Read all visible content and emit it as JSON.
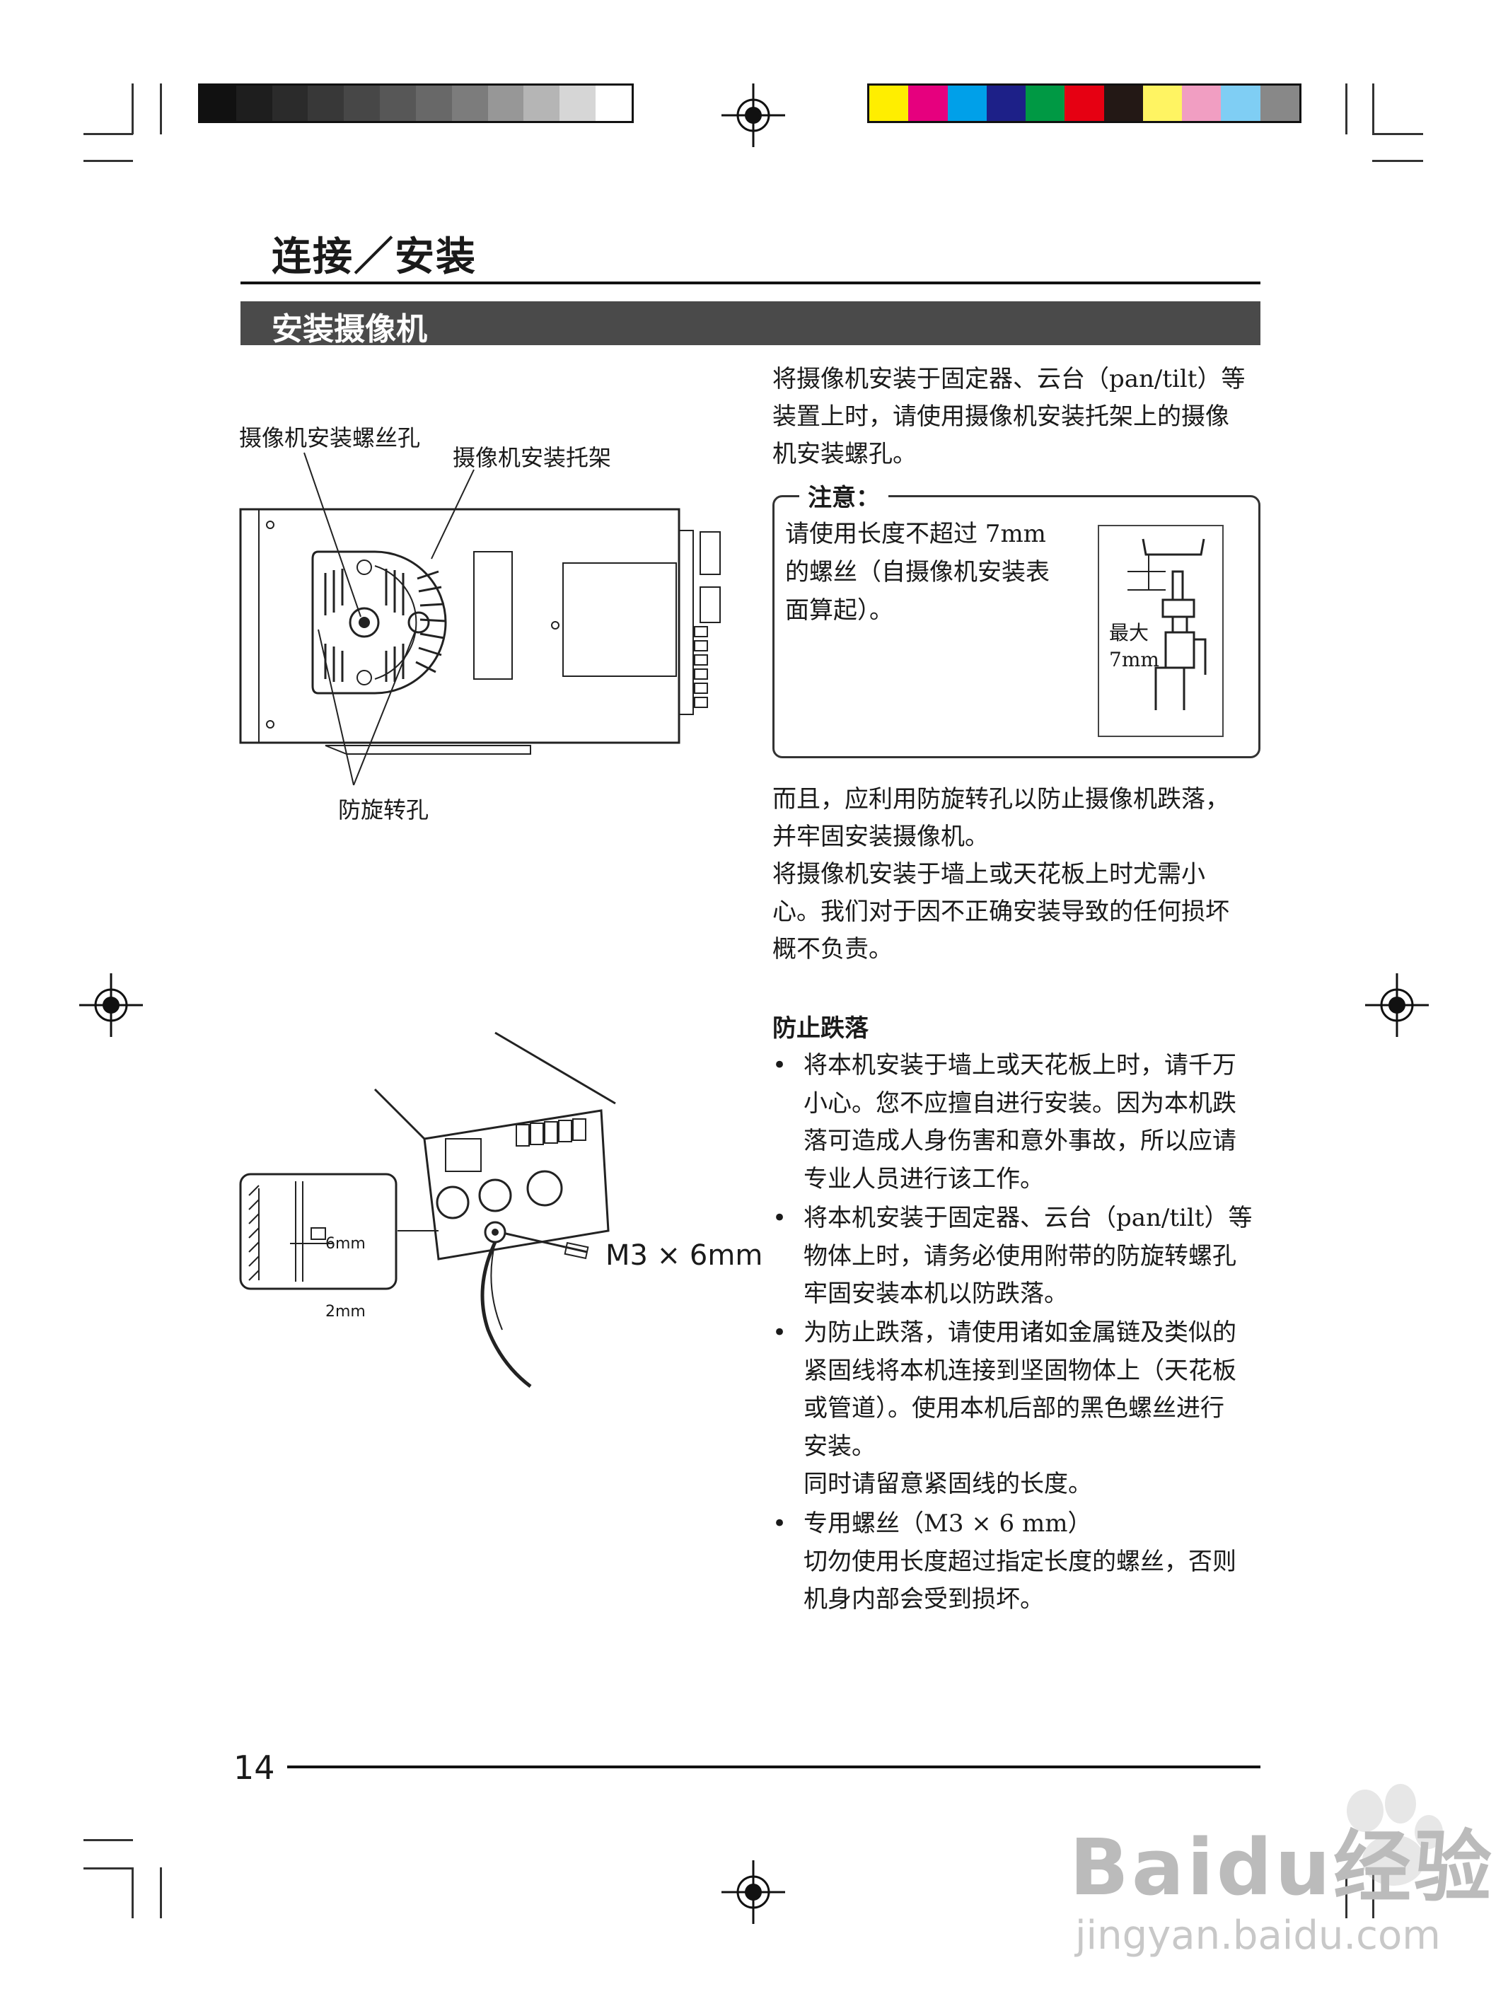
{
  "chapter_title": "连接／安装",
  "section_title": "安装摄像机",
  "intro_lines": [
    "将摄像机安装于固定器、云台（pan/tilt）等",
    "装置上时，请使用摄像机安装托架上的摄像",
    "机安装螺孔。"
  ],
  "caution": {
    "title": "注意：",
    "lines": [
      "请使用长度不超过 7mm",
      "的螺丝（自摄像机安装表",
      "面算起）。"
    ],
    "figure_label": [
      "最大",
      "7mm"
    ]
  },
  "para2_lines": [
    "而且，应利用防旋转孔以防止摄像机跌落，",
    "并牢固安装摄像机。"
  ],
  "para3_lines": [
    "将摄像机安装于墙上或天花板上时尤需小",
    "心。我们对于因不正确安装导致的任何损坏",
    "概不负责。"
  ],
  "fall_prevention": {
    "title": "防止跌落",
    "items": [
      {
        "lines": [
          "将本机安装于墙上或天花板上时，请千万",
          "小心。您不应擅自进行安装。因为本机跌",
          "落可造成人身伤害和意外事故，所以应请",
          "专业人员进行该工作。"
        ]
      },
      {
        "lines": [
          "将本机安装于固定器、云台（pan/tilt）等",
          "物体上时，请务必使用附带的防旋转螺孔",
          "牢固安装本机以防跌落。"
        ]
      },
      {
        "lines": [
          "为防止跌落，请使用诸如金属链及类似的",
          "紧固线将本机连接到坚固物体上（天花板",
          "或管道）。使用本机后部的黑色螺丝进行",
          "安装。",
          "同时请留意紧固线的长度。"
        ]
      },
      {
        "lines": [
          "专用螺丝（M3 × 6 mm）",
          "切勿使用长度超过指定长度的螺丝，否则",
          "机身内部会受到损坏。"
        ]
      }
    ],
    "bullet": "•"
  },
  "figure1": {
    "label_mount_hole": "摄像机安装螺丝孔",
    "label_bracket": "摄像机安装托架",
    "label_anti_rotation": "防旋转孔"
  },
  "figure2": {
    "label_screw": "M3 × 6mm",
    "label_6mm": "6mm",
    "label_2mm": "2mm"
  },
  "page_number": "14",
  "watermark": {
    "text1": "Baidu经验",
    "text2": "jingyan.baidu.com"
  },
  "colors": {
    "section_band": "#4a4a4a",
    "gray_scale": [
      "#111111",
      "#1e1e1e",
      "#2b2b2b",
      "#383838",
      "#474747",
      "#575757",
      "#686868",
      "#7c7c7c",
      "#979797",
      "#b5b5b5",
      "#d6d6d6",
      "#ffffff"
    ],
    "color_bar": [
      "#ffee00",
      "#e6007e",
      "#00a0e9",
      "#1d2088",
      "#009944",
      "#e60012",
      "#231815",
      "#fff462",
      "#f19ec2",
      "#7fcef4",
      "#888888"
    ]
  }
}
